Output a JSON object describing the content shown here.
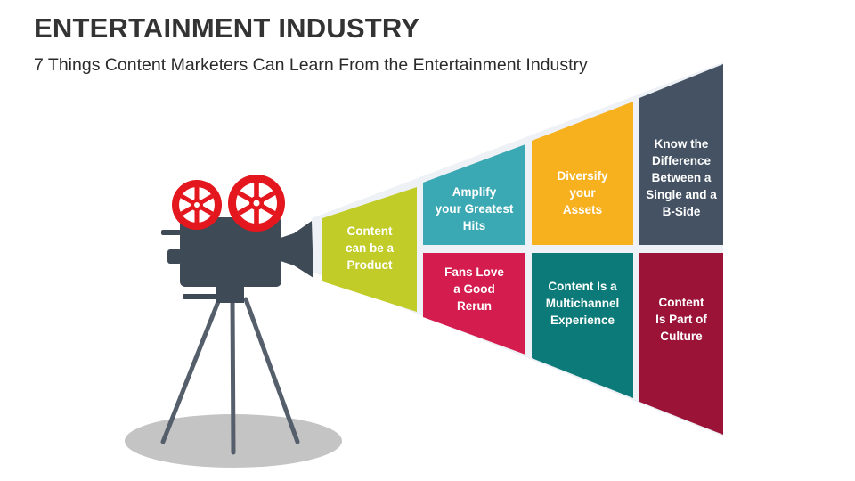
{
  "title": "ENTERTAINMENT INDUSTRY",
  "subtitle": "7 Things Content Marketers Can Learn From the Entertainment Industry",
  "colors": {
    "green": "#c2cc28",
    "teal_light": "#3aa9b4",
    "red": "#d41d4e",
    "amber": "#f7b01e",
    "teal_dark": "#0b7a78",
    "slate": "#445264",
    "maroon": "#9b1438",
    "reel": "#e3171d",
    "camera": "#3f4a57",
    "beam": "#eef1f5"
  },
  "items": [
    {
      "text": "Content\ncan be a\nProduct",
      "color": "green"
    },
    {
      "text": "Amplify\nyour Greatest\nHits",
      "color": "teal_light"
    },
    {
      "text": "Fans Love\na Good\nRerun",
      "color": "red"
    },
    {
      "text": "Diversify\nyour\nAssets",
      "color": "amber"
    },
    {
      "text": "Content Is a\nMultichannel\nExperience",
      "color": "teal_dark"
    },
    {
      "text": "Know the\nDifference\nBetween a\nSingle and a\nB-Side",
      "color": "slate"
    },
    {
      "text": "Content\nIs Part of\nCulture",
      "color": "maroon"
    }
  ]
}
